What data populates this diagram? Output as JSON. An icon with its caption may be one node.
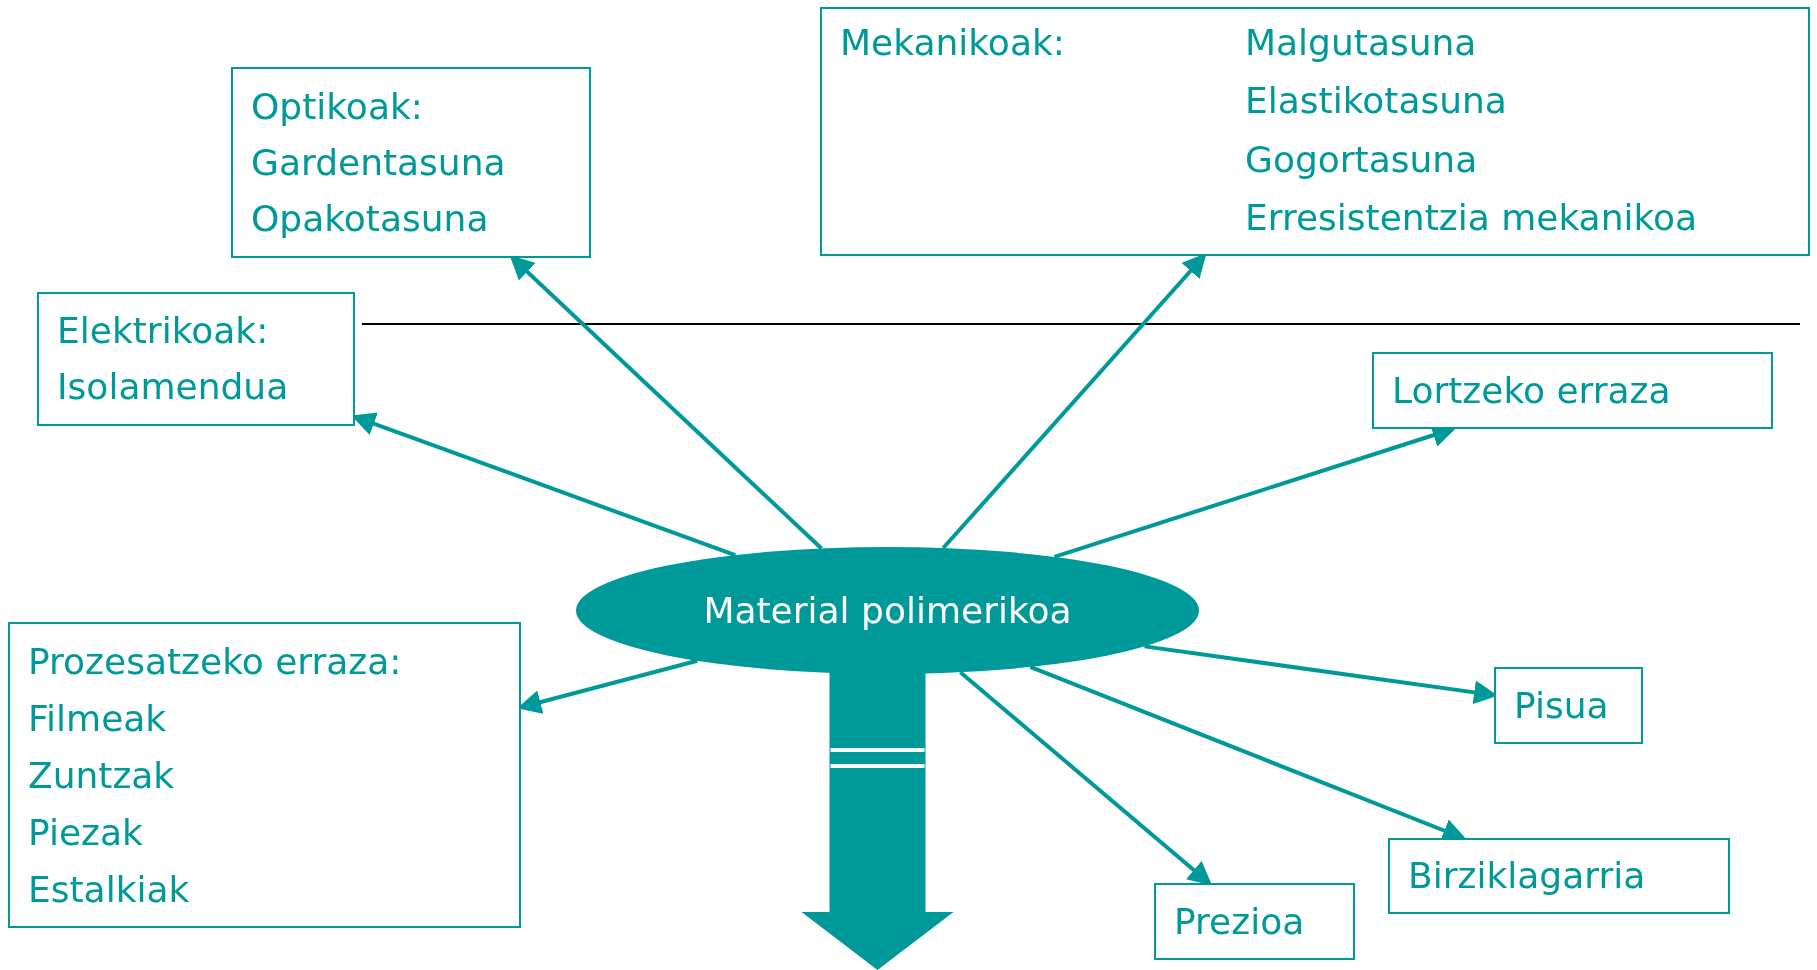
{
  "diagram": {
    "nodes": [
      {
        "text": [
          "Mekanikoak:",
          "Malgutasuna",
          "Elastikotasuna",
          "Gogortasuna",
          "Erresistentzia mekanikoa"
        ]
      },
      {
        "text": [
          "Optikoak:",
          "Gardentasuna",
          "Opakotasuna"
        ]
      },
      {
        "text": [
          "Elektrikoak:",
          "Isolamendua"
        ]
      },
      {
        "text": [
          "Lortzeko erraza"
        ]
      },
      {
        "text": [
          "Material polimerikoa"
        ]
      },
      {
        "text": [
          "Prozesatzeko erraza:",
          "Filmeak",
          "Zuntzak",
          "Piezak",
          "Estalkiak"
        ]
      },
      {
        "text": [
          "Pisua"
        ]
      },
      {
        "text": [
          "Birziklagarria"
        ]
      },
      {
        "text": [
          "Prezioa"
        ]
      }
    ],
    "edges": [
      {
        "from": 4,
        "to": 1,
        "arrow": "to"
      },
      {
        "from": 4,
        "to": 0,
        "arrow": "to"
      },
      {
        "from": 4,
        "to": 2,
        "arrow": "to"
      },
      {
        "from": 4,
        "to": 3,
        "arrow": "to"
      },
      {
        "from": 4,
        "to": 5,
        "arrow": "to"
      },
      {
        "from": 4,
        "to": 6,
        "arrow": "to"
      },
      {
        "from": 4,
        "to": 7,
        "arrow": "to"
      },
      {
        "from": 4,
        "to": 8,
        "arrow": "to"
      },
      {
        "from": 4,
        "to": null,
        "arrow": "to",
        "style": "thick"
      }
    ]
  }
}
